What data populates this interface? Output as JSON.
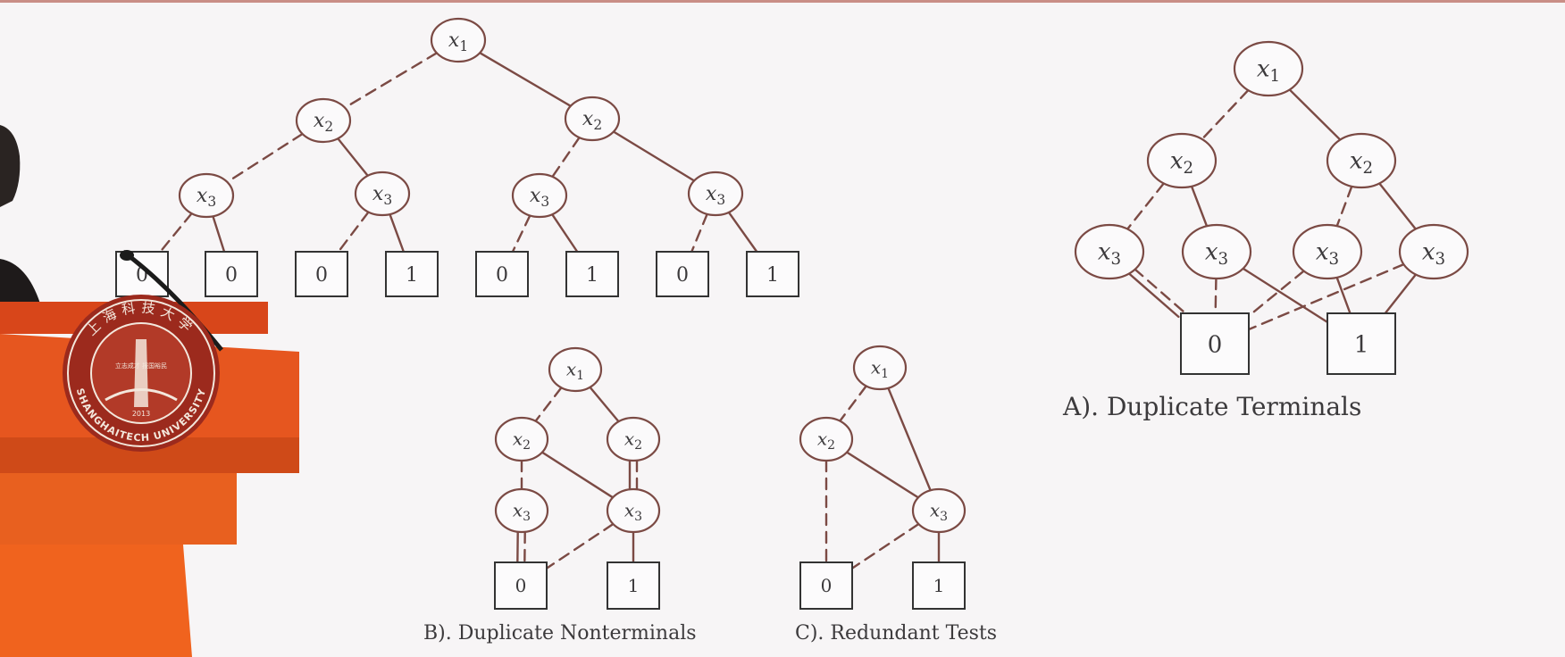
{
  "colors": {
    "background": "#f7f5f6",
    "edge": "#7b4a44",
    "terminal_border": "#333333",
    "label": "#3c3a3c",
    "podium": "#e6561f",
    "seal_ring": "#9c2a1d",
    "seal_text": "#f3e7dc"
  },
  "seal": {
    "chinese": "上海科技大学",
    "english": "SHANGHAITECH UNIVERSITY",
    "motto": "立志成才 报国裕民",
    "year": "2013"
  },
  "diagrams": [
    {
      "id": "full-tree",
      "caption": "",
      "nodes": [
        {
          "id": "r",
          "label": "x1",
          "type": "var"
        },
        {
          "id": "a",
          "label": "x2",
          "type": "var"
        },
        {
          "id": "b",
          "label": "x2",
          "type": "var"
        },
        {
          "id": "c",
          "label": "x3",
          "type": "var"
        },
        {
          "id": "d",
          "label": "x3",
          "type": "var"
        },
        {
          "id": "e",
          "label": "x3",
          "type": "var"
        },
        {
          "id": "f",
          "label": "x3",
          "type": "var"
        },
        {
          "id": "t1",
          "label": "0",
          "type": "term"
        },
        {
          "id": "t2",
          "label": "0",
          "type": "term"
        },
        {
          "id": "t3",
          "label": "0",
          "type": "term"
        },
        {
          "id": "t4",
          "label": "1",
          "type": "term"
        },
        {
          "id": "t5",
          "label": "0",
          "type": "term"
        },
        {
          "id": "t6",
          "label": "1",
          "type": "term"
        },
        {
          "id": "t7",
          "label": "0",
          "type": "term"
        },
        {
          "id": "t8",
          "label": "1",
          "type": "term"
        }
      ],
      "edges": [
        {
          "from": "r",
          "to": "a",
          "style": "dashed"
        },
        {
          "from": "r",
          "to": "b",
          "style": "solid"
        },
        {
          "from": "a",
          "to": "c",
          "style": "dashed"
        },
        {
          "from": "a",
          "to": "d",
          "style": "solid"
        },
        {
          "from": "b",
          "to": "e",
          "style": "dashed"
        },
        {
          "from": "b",
          "to": "f",
          "style": "solid"
        },
        {
          "from": "c",
          "to": "t1",
          "style": "dashed"
        },
        {
          "from": "c",
          "to": "t2",
          "style": "solid"
        },
        {
          "from": "d",
          "to": "t3",
          "style": "dashed"
        },
        {
          "from": "d",
          "to": "t4",
          "style": "solid"
        },
        {
          "from": "e",
          "to": "t5",
          "style": "dashed"
        },
        {
          "from": "e",
          "to": "t6",
          "style": "solid"
        },
        {
          "from": "f",
          "to": "t7",
          "style": "dashed"
        },
        {
          "from": "f",
          "to": "t8",
          "style": "solid"
        }
      ]
    },
    {
      "id": "duplicate-terminals",
      "caption": "A). Duplicate Terminals",
      "nodes": [
        {
          "id": "r",
          "label": "x1",
          "type": "var"
        },
        {
          "id": "a",
          "label": "x2",
          "type": "var"
        },
        {
          "id": "b",
          "label": "x2",
          "type": "var"
        },
        {
          "id": "c",
          "label": "x3",
          "type": "var"
        },
        {
          "id": "d",
          "label": "x3",
          "type": "var"
        },
        {
          "id": "e",
          "label": "x3",
          "type": "var"
        },
        {
          "id": "f",
          "label": "x3",
          "type": "var"
        },
        {
          "id": "t0",
          "label": "0",
          "type": "term"
        },
        {
          "id": "t1",
          "label": "1",
          "type": "term"
        }
      ],
      "edges": [
        {
          "from": "r",
          "to": "a",
          "style": "dashed"
        },
        {
          "from": "r",
          "to": "b",
          "style": "solid"
        },
        {
          "from": "a",
          "to": "c",
          "style": "dashed"
        },
        {
          "from": "a",
          "to": "d",
          "style": "solid"
        },
        {
          "from": "b",
          "to": "e",
          "style": "dashed"
        },
        {
          "from": "b",
          "to": "f",
          "style": "solid"
        },
        {
          "from": "c",
          "to": "t0",
          "style": "dashed"
        },
        {
          "from": "c",
          "to": "t0",
          "style": "solid"
        },
        {
          "from": "d",
          "to": "t0",
          "style": "dashed"
        },
        {
          "from": "d",
          "to": "t1",
          "style": "solid"
        },
        {
          "from": "e",
          "to": "t0",
          "style": "dashed"
        },
        {
          "from": "e",
          "to": "t1",
          "style": "solid"
        },
        {
          "from": "f",
          "to": "t0",
          "style": "dashed"
        },
        {
          "from": "f",
          "to": "t1",
          "style": "solid"
        }
      ]
    },
    {
      "id": "duplicate-nonterminals",
      "caption": "B). Duplicate Nonterminals",
      "nodes": [
        {
          "id": "r",
          "label": "x1",
          "type": "var"
        },
        {
          "id": "a",
          "label": "x2",
          "type": "var"
        },
        {
          "id": "b",
          "label": "x2",
          "type": "var"
        },
        {
          "id": "c",
          "label": "x3",
          "type": "var"
        },
        {
          "id": "d",
          "label": "x3",
          "type": "var"
        },
        {
          "id": "t0",
          "label": "0",
          "type": "term"
        },
        {
          "id": "t1",
          "label": "1",
          "type": "term"
        }
      ],
      "edges": [
        {
          "from": "r",
          "to": "a",
          "style": "dashed"
        },
        {
          "from": "r",
          "to": "b",
          "style": "solid"
        },
        {
          "from": "a",
          "to": "c",
          "style": "dashed"
        },
        {
          "from": "a",
          "to": "d",
          "style": "solid"
        },
        {
          "from": "b",
          "to": "d",
          "style": "dashed"
        },
        {
          "from": "b",
          "to": "d",
          "style": "solid"
        },
        {
          "from": "c",
          "to": "t0",
          "style": "dashed"
        },
        {
          "from": "c",
          "to": "t0",
          "style": "solid"
        },
        {
          "from": "d",
          "to": "t0",
          "style": "dashed"
        },
        {
          "from": "d",
          "to": "t1",
          "style": "solid"
        }
      ]
    },
    {
      "id": "redundant-tests",
      "caption": "C). Redundant Tests",
      "nodes": [
        {
          "id": "r",
          "label": "x1",
          "type": "var"
        },
        {
          "id": "a",
          "label": "x2",
          "type": "var"
        },
        {
          "id": "d",
          "label": "x3",
          "type": "var"
        },
        {
          "id": "t0",
          "label": "0",
          "type": "term"
        },
        {
          "id": "t1",
          "label": "1",
          "type": "term"
        }
      ],
      "edges": [
        {
          "from": "r",
          "to": "a",
          "style": "dashed"
        },
        {
          "from": "r",
          "to": "d",
          "style": "solid"
        },
        {
          "from": "a",
          "to": "t0",
          "style": "dashed"
        },
        {
          "from": "a",
          "to": "d",
          "style": "solid"
        },
        {
          "from": "d",
          "to": "t0",
          "style": "dashed"
        },
        {
          "from": "d",
          "to": "t1",
          "style": "solid"
        }
      ]
    }
  ]
}
